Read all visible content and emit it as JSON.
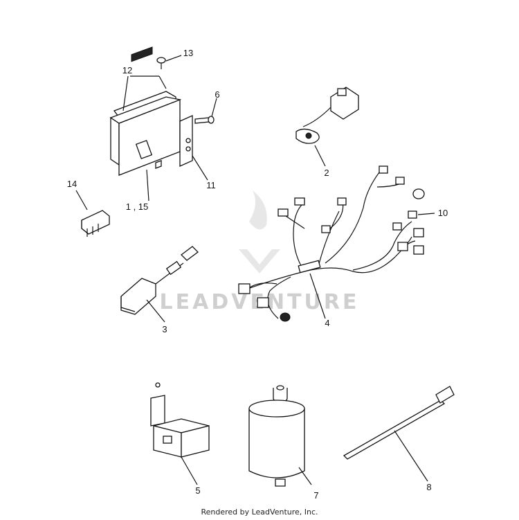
{
  "callouts": {
    "c1": "1 , 15",
    "c2": "2",
    "c3": "3",
    "c4": "4",
    "c5": "5",
    "c6": "6",
    "c7": "7",
    "c8": "8",
    "c10": "10",
    "c11": "11",
    "c12": "12",
    "c13": "13",
    "c14": "14"
  },
  "watermark": "LEADVENTURE",
  "footer": "Rendered by LeadVenture, Inc.",
  "colors": {
    "ink": "#111111",
    "watermark": "#cfcfcf",
    "background": "#ffffff"
  }
}
